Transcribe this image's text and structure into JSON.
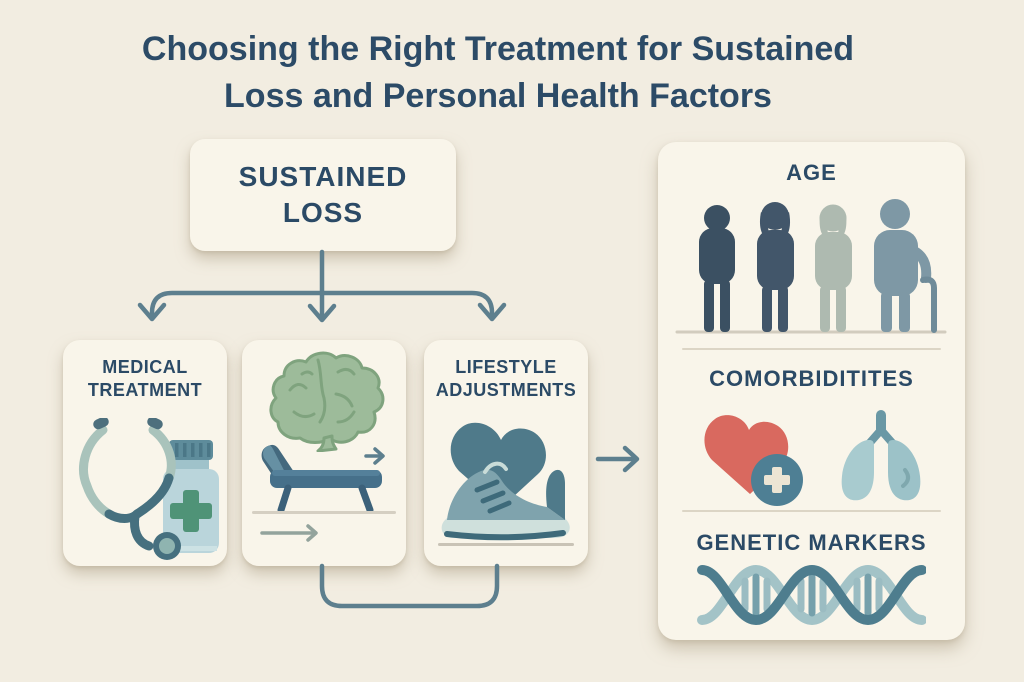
{
  "title": {
    "line1": "Choosing the Right Treatment for Sustained",
    "line2": "Loss and Personal Health Factors"
  },
  "flow": {
    "root": {
      "label": "SUSTAINED LOSS"
    },
    "branches": [
      {
        "label": "MEDICAL TREATMENT",
        "icons": [
          "stethoscope-icon",
          "pill-bottle-icon"
        ]
      },
      {
        "label": "",
        "icons": [
          "brain-icon",
          "therapy-couch-icon",
          "arrow-right-icon",
          "arrow-right-icon"
        ]
      },
      {
        "label": "LIFESTYLE ADJUSTMENTS",
        "icons": [
          "heart-icon",
          "running-shoe-icon"
        ]
      }
    ]
  },
  "factors": {
    "sections": [
      {
        "heading": "AGE",
        "icons": [
          "age-progression-silhouettes-icon"
        ]
      },
      {
        "heading": "COMORBIDITITES",
        "icons": [
          "heart-medical-plus-icon",
          "lungs-icon"
        ]
      },
      {
        "heading": "GENETIC MARKERS",
        "icons": [
          "dna-helix-icon"
        ]
      }
    ]
  },
  "colors": {
    "background": "#f2ede1",
    "card_background": "#f9f5ea",
    "heading_text": "#2c4b67",
    "connector": "#5d7f8e",
    "brain_green": "#9dbb9a",
    "steel_blue": "#4f7a8a",
    "coral_red": "#d9695f",
    "lung_teal": "#a8cbcf",
    "silhouette_dark_navy": "#3b5062",
    "silhouette_light_sage": "#aebab0",
    "silhouette_blue_gray": "#7e98a5",
    "dna_dark": "#4e7d8e",
    "dna_light": "#a3c3c7"
  }
}
